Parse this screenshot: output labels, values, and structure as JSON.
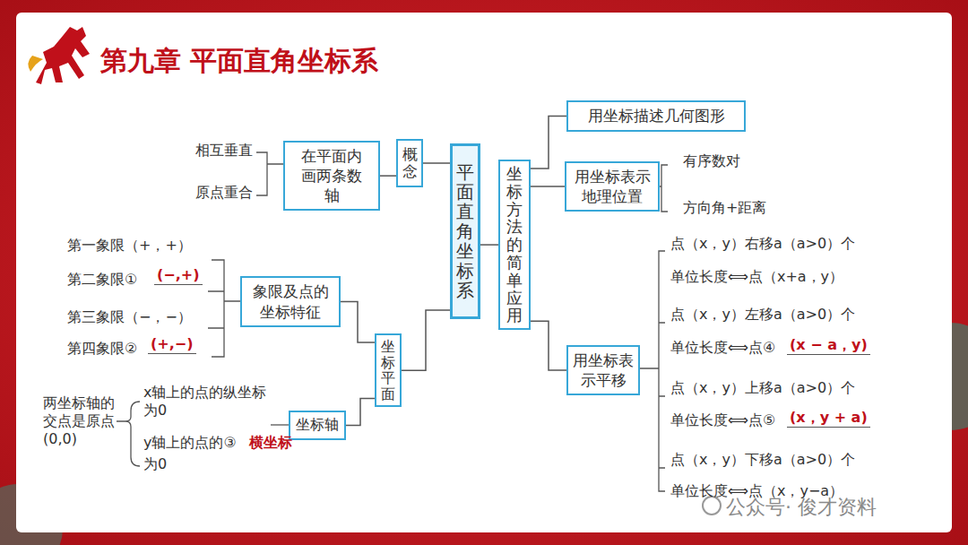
{
  "diagram": {
    "title": "第九章  平面直角坐标系",
    "nodes": [
      {
        "text": [
          "平面直角坐标系"
        ]
      },
      {
        "text": [
          "概念"
        ]
      },
      {
        "text": [
          "在平面内画两条数轴"
        ]
      },
      {
        "text": [
          "坐标平面"
        ]
      },
      {
        "text": [
          "象限及点的坐标特征"
        ]
      },
      {
        "text": [
          "坐标轴"
        ]
      },
      {
        "text": [
          "坐标方法的简单应用"
        ]
      },
      {
        "text": [
          "用坐标描述几何图形"
        ]
      },
      {
        "text": [
          "用坐标表示地理位置"
        ]
      },
      {
        "text": [
          "用坐标表示平移"
        ]
      }
    ],
    "edges": [
      {
        "from": 0,
        "to": 1,
        "arrow": "none"
      },
      {
        "from": 1,
        "to": 2,
        "arrow": "none"
      },
      {
        "from": 0,
        "to": 3,
        "arrow": "none"
      },
      {
        "from": 3,
        "to": 4,
        "arrow": "none"
      },
      {
        "from": 3,
        "to": 5,
        "arrow": "none"
      },
      {
        "from": 0,
        "to": 6,
        "arrow": "none"
      },
      {
        "from": 6,
        "to": 7,
        "arrow": "none"
      },
      {
        "from": 6,
        "to": 8,
        "arrow": "none"
      },
      {
        "from": 6,
        "to": 9,
        "arrow": "none"
      }
    ],
    "labels": [
      "相互垂直",
      "原点重合",
      "第一象限（+，+）",
      "第二象限①",
      "(−,+)",
      "第三象限（−，−）",
      "第四象限②",
      "(+,−)",
      "两坐标轴的交点是原点(0,0)",
      "x轴上的点的纵坐标为0",
      "y轴上的点的③",
      "横坐标",
      "为0",
      "有序数对",
      "方向角+距离",
      "点（x，y）右移a（a>0）个",
      "单位长度⟺点（x+a，y）",
      "点（x，y）左移a（a>0）个",
      "单位长度⟺点④",
      "(x − a，y)",
      "点（x，y）上移a（a>0）个",
      "单位长度⟺点⑤",
      "(x，y + a)",
      "点（x，y）下移a（a>0）个",
      "单位长度⟺点（x，y−a）",
      "公众号· 俊才资料"
    ]
  }
}
